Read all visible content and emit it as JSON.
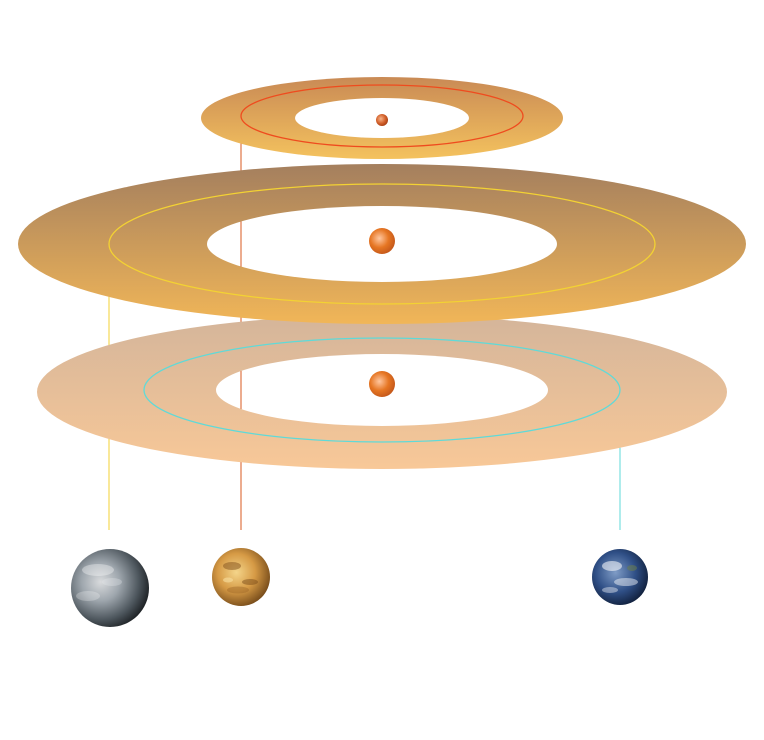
{
  "systems": [
    {
      "id": "top",
      "star_color": "#d2602a",
      "disk_colors": [
        "#c98a55",
        "#f4c25e"
      ],
      "orbit_color": "#ef4b1e",
      "planet_icon": "desert-planet-icon"
    },
    {
      "id": "middle",
      "star_color": "#e67623",
      "disk_colors": [
        "#a47f5e",
        "#f1b658"
      ],
      "orbit_color": "#f3d233",
      "planet_icon": "ocean-planet-icon"
    },
    {
      "id": "bottom",
      "star_color": "#e67623",
      "disk_colors": [
        "#d4b59a",
        "#f8c898"
      ],
      "orbit_color": "#5fdad8",
      "planet_icon": "earth-icon"
    }
  ]
}
